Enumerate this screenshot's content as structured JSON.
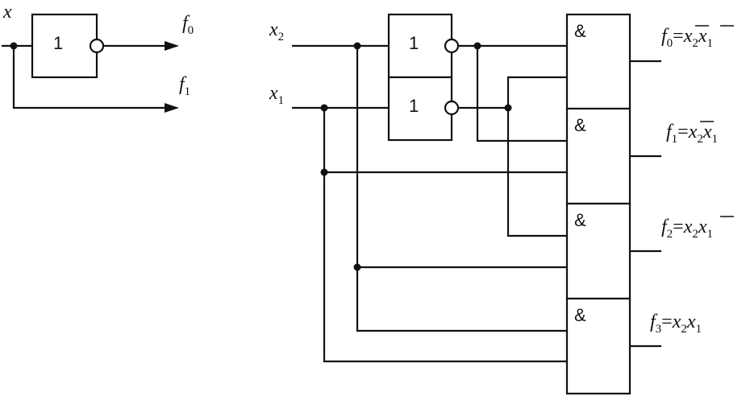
{
  "left_circuit": {
    "input_label": "x",
    "gate_symbol": "1",
    "out0": {
      "letter": "f",
      "sub": "0"
    },
    "out1": {
      "letter": "f",
      "sub": "1"
    }
  },
  "right_circuit": {
    "inputs": [
      {
        "letter": "x",
        "sub": "2"
      },
      {
        "letter": "x",
        "sub": "1"
      }
    ],
    "not_gate_symbols": [
      "1",
      "1"
    ],
    "and_gate_symbols": [
      "&",
      "&",
      "&",
      "&"
    ],
    "outputs": [
      {
        "letter": "f",
        "sub": "0",
        "eq": "=",
        "t1_letter": "x",
        "t1_sub": "2",
        "t2_letter": "x",
        "t2_sub": "1"
      },
      {
        "letter": "f",
        "sub": "1",
        "eq": "=",
        "t1_letter": "x",
        "t1_sub": "2",
        "t2_letter": "x",
        "t2_sub": "1"
      },
      {
        "letter": "f",
        "sub": "2",
        "eq": "=",
        "t1_letter": "x",
        "t1_sub": "2",
        "t2_letter": "x",
        "t2_sub": "1"
      },
      {
        "letter": "f",
        "sub": "3",
        "eq": "=",
        "t1_letter": "x",
        "t1_sub": "2",
        "t2_letter": "x",
        "t2_sub": "1"
      }
    ]
  }
}
